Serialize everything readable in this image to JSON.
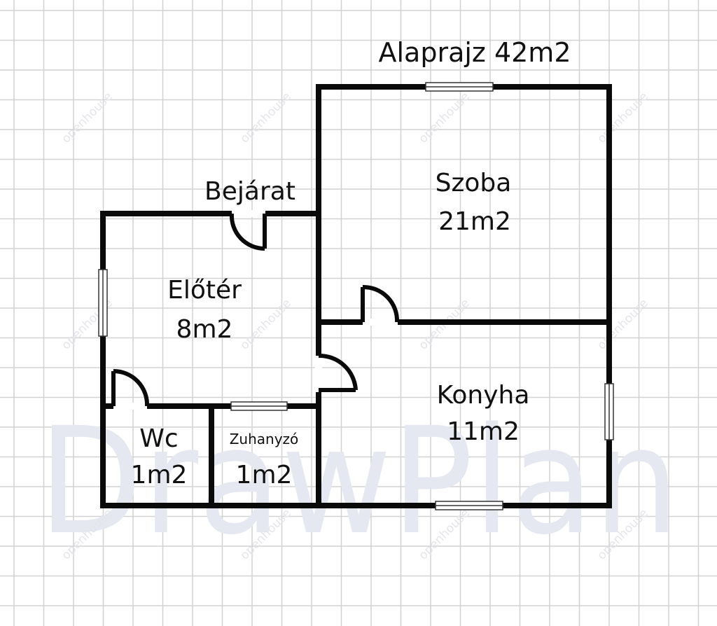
{
  "plan": {
    "title": "Alaprajz 42m2",
    "entrance_label": "Bejárat",
    "watermark_text": "DrawPlan",
    "site_watermark": "openhouse",
    "rooms": [
      {
        "key": "szoba",
        "name": "Szoba",
        "area": "21m2"
      },
      {
        "key": "eloter",
        "name": "Előtér",
        "area": "8m2"
      },
      {
        "key": "konyha",
        "name": "Konyha",
        "area": "11m2"
      },
      {
        "key": "wc",
        "name": "Wc",
        "area": "1m2"
      },
      {
        "key": "zuhanyzo",
        "name": "Zuhanyzó",
        "area": "1m2"
      }
    ]
  },
  "colors": {
    "wall": "#0a0a0a",
    "grid": "#d2d2d2",
    "watermark": "#e6e8f1"
  }
}
